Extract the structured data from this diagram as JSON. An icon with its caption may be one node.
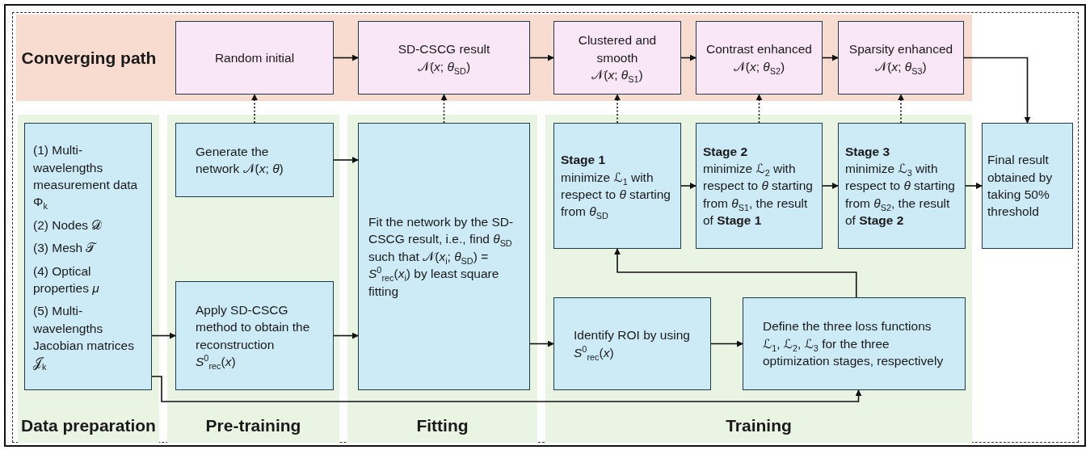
{
  "diagram": {
    "nodes": [
      {
        "text": [
          "Converging path"
        ]
      },
      {
        "text": [
          "Random initial"
        ],
        "in": 0
      },
      {
        "text": [
          "SD-CSCG result",
          "𝒩(*x*; *θ*$_{SD}$)"
        ],
        "in": 0
      },
      {
        "text": [
          "Clustered and smooth",
          "𝒩(*x*; *θ*$_{S1}$)"
        ],
        "in": 0
      },
      {
        "text": [
          "Contrast enhanced",
          "𝒩(*x*; *θ*$_{S2}$)"
        ],
        "in": 0
      },
      {
        "text": [
          "Sparsity enhanced",
          "𝒩(*x*; *θ*$_{S3}$)"
        ],
        "in": 0
      },
      {
        "text": [
          "Data preparation"
        ]
      },
      {
        "text": [
          "(1) Multi-wavelengths measurement data Φ$_{k}$",
          "(2) Nodes 𝒟",
          "(3) Mesh 𝒯",
          "(4) Optical properties *μ*",
          "(5) Multi-wavelengths Jacobian matrices 𝒥$_{k}$"
        ],
        "in": 6
      },
      {
        "text": [
          "Pre-training"
        ]
      },
      {
        "text": [
          "Generate the network 𝒩(*x*; *θ*)"
        ],
        "in": 8
      },
      {
        "text": [
          "Apply SD-CSCG method to obtain the reconstruction *S*$^{0}$$_{rec}$(*x*)"
        ],
        "in": 8
      },
      {
        "text": [
          "Fitting"
        ]
      },
      {
        "text": [
          "Fit the network by the SD-CSCG result, i.e., find *θ*$_{SD}$ such that 𝒩(*x*$_{i}$; *θ*$_{SD}$) = *S*$^{0}$$_{rec}$(*x*$_{i}$) by least square fitting"
        ],
        "in": 11
      },
      {
        "text": [
          "Training"
        ]
      },
      {
        "text": [
          "Stage 1",
          "minimize ℒ$_{1}$ with respect to *θ* starting from *θ*$_{SD}$"
        ],
        "in": 13
      },
      {
        "text": [
          "Stage 2",
          "minimize ℒ$_{2}$ with respect to *θ* starting from *θ*$_{S1}$, the result of **Stage 1**"
        ],
        "in": 13
      },
      {
        "text": [
          "Stage 3",
          "minimize ℒ$_{3}$ with respect to *θ* starting from *θ*$_{S2}$, the result of **Stage 2**"
        ],
        "in": 13
      },
      {
        "text": [
          "Identify ROI by using *S*$^{0}$$_{rec}$(*x*)"
        ],
        "in": 13
      },
      {
        "text": [
          "Define the three loss functions ℒ$_{1}$, ℒ$_{2}$, ℒ$_{3}$ for the three optimization stages, respectively"
        ],
        "in": 13
      },
      {
        "text": [
          "Final result obtained by taking 50% threshold"
        ]
      }
    ],
    "edges": [
      {
        "from": 1,
        "to": 2,
        "arrow": "to"
      },
      {
        "from": 2,
        "to": 3,
        "arrow": "to"
      },
      {
        "from": 3,
        "to": 4,
        "arrow": "to"
      },
      {
        "from": 4,
        "to": 5,
        "arrow": "to"
      },
      {
        "from": 5,
        "to": 19,
        "arrow": "to"
      },
      {
        "from": 9,
        "to": 1,
        "arrow": "to",
        "style": "dashed"
      },
      {
        "from": 12,
        "to": 2,
        "arrow": "to",
        "style": "dashed"
      },
      {
        "from": 14,
        "to": 3,
        "arrow": "to",
        "style": "dashed"
      },
      {
        "from": 15,
        "to": 4,
        "arrow": "to",
        "style": "dashed"
      },
      {
        "from": 16,
        "to": 5,
        "arrow": "to",
        "style": "dashed"
      },
      {
        "from": 9,
        "to": 12,
        "arrow": "to"
      },
      {
        "from": 7,
        "to": 10,
        "arrow": "to"
      },
      {
        "from": 10,
        "to": 12,
        "arrow": "to"
      },
      {
        "from": 12,
        "to": 17,
        "arrow": "to"
      },
      {
        "from": 17,
        "to": 18,
        "arrow": "to"
      },
      {
        "from": 18,
        "to": 14,
        "arrow": "to"
      },
      {
        "from": 7,
        "to": 18,
        "arrow": "to"
      },
      {
        "from": 14,
        "to": 15,
        "arrow": "to"
      },
      {
        "from": 15,
        "to": 16,
        "arrow": "to"
      },
      {
        "from": 16,
        "to": 19,
        "arrow": "to"
      }
    ]
  }
}
